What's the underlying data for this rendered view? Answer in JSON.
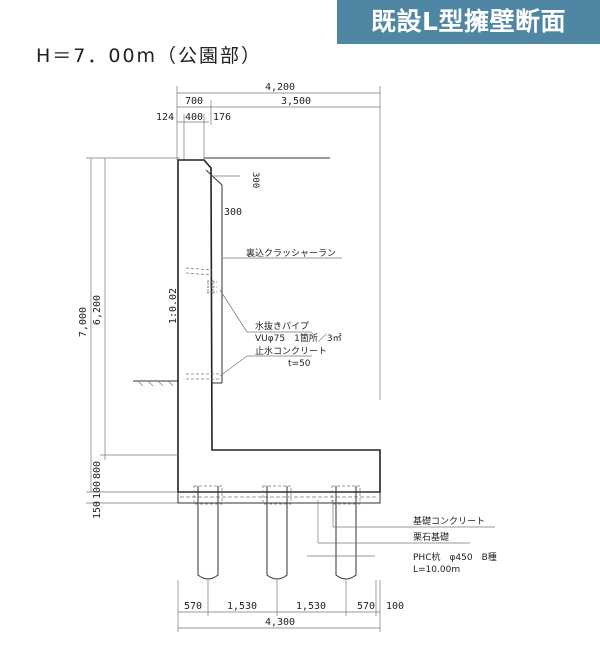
{
  "title": "既設L型擁壁断面",
  "subtitle": "H＝7．00m（公園部）",
  "dimensions": {
    "top_total": "4,200",
    "top_toe": "700",
    "top_heel": "3,500",
    "top_124": "124",
    "top_400": "400",
    "top_176": "176",
    "crest_300a": "300",
    "crest_300b": "300",
    "height_total": "7,000",
    "height_stem": "6,200",
    "height_800": "800",
    "height_100": "100",
    "height_150": "150",
    "batter": "1:0.02",
    "bottom_570a": "570",
    "bottom_1530a": "1,530",
    "bottom_1530b": "1,530",
    "bottom_570b": "570",
    "bottom_100": "100",
    "bottom_total": "4,300"
  },
  "annotations": {
    "crusher_run": "裏込クラッシャーラン",
    "drain_pipe": "水抜きパイプ",
    "drain_spec": "VUφ75　1箇所／3㎡",
    "stop_water": "止水コンクリート",
    "stop_thickness": "t=50",
    "foundation_concrete": "基礎コンクリート",
    "rubble_foundation": "栗石基礎",
    "pile_spec": "PHC杭　φ450　B種",
    "pile_length": "L=10.00m"
  }
}
